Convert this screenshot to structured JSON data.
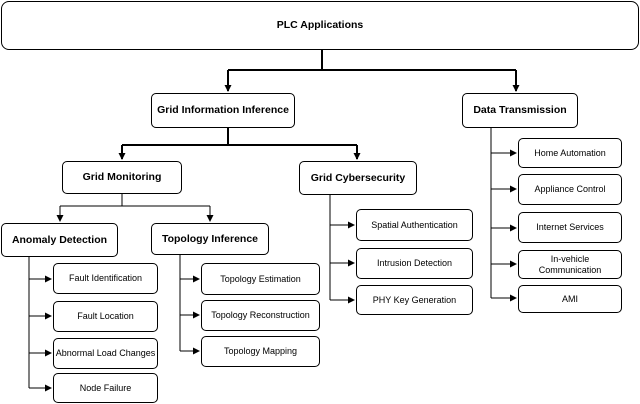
{
  "diagram": {
    "root": "PLC Applications",
    "grid_information_inference": "Grid Information Inference",
    "data_transmission": "Data Transmission",
    "grid_monitoring": "Grid Monitoring",
    "grid_cybersecurity": "Grid Cybersecurity",
    "anomaly_detection": "Anomaly Detection",
    "topology_inference": "Topology Inference",
    "anomaly_items": [
      "Fault Identification",
      "Fault Location",
      "Abnormal Load Changes",
      "Node Failure"
    ],
    "topology_items": [
      "Topology Estimation",
      "Topology Reconstruction",
      "Topology Mapping"
    ],
    "cybersecurity_items": [
      "Spatial Authentication",
      "Intrusion Detection",
      "PHY Key Generation"
    ],
    "transmission_items": [
      "Home Automation",
      "Appliance Control",
      "Internet Services",
      "In-vehicle Communication",
      "AMI"
    ]
  }
}
